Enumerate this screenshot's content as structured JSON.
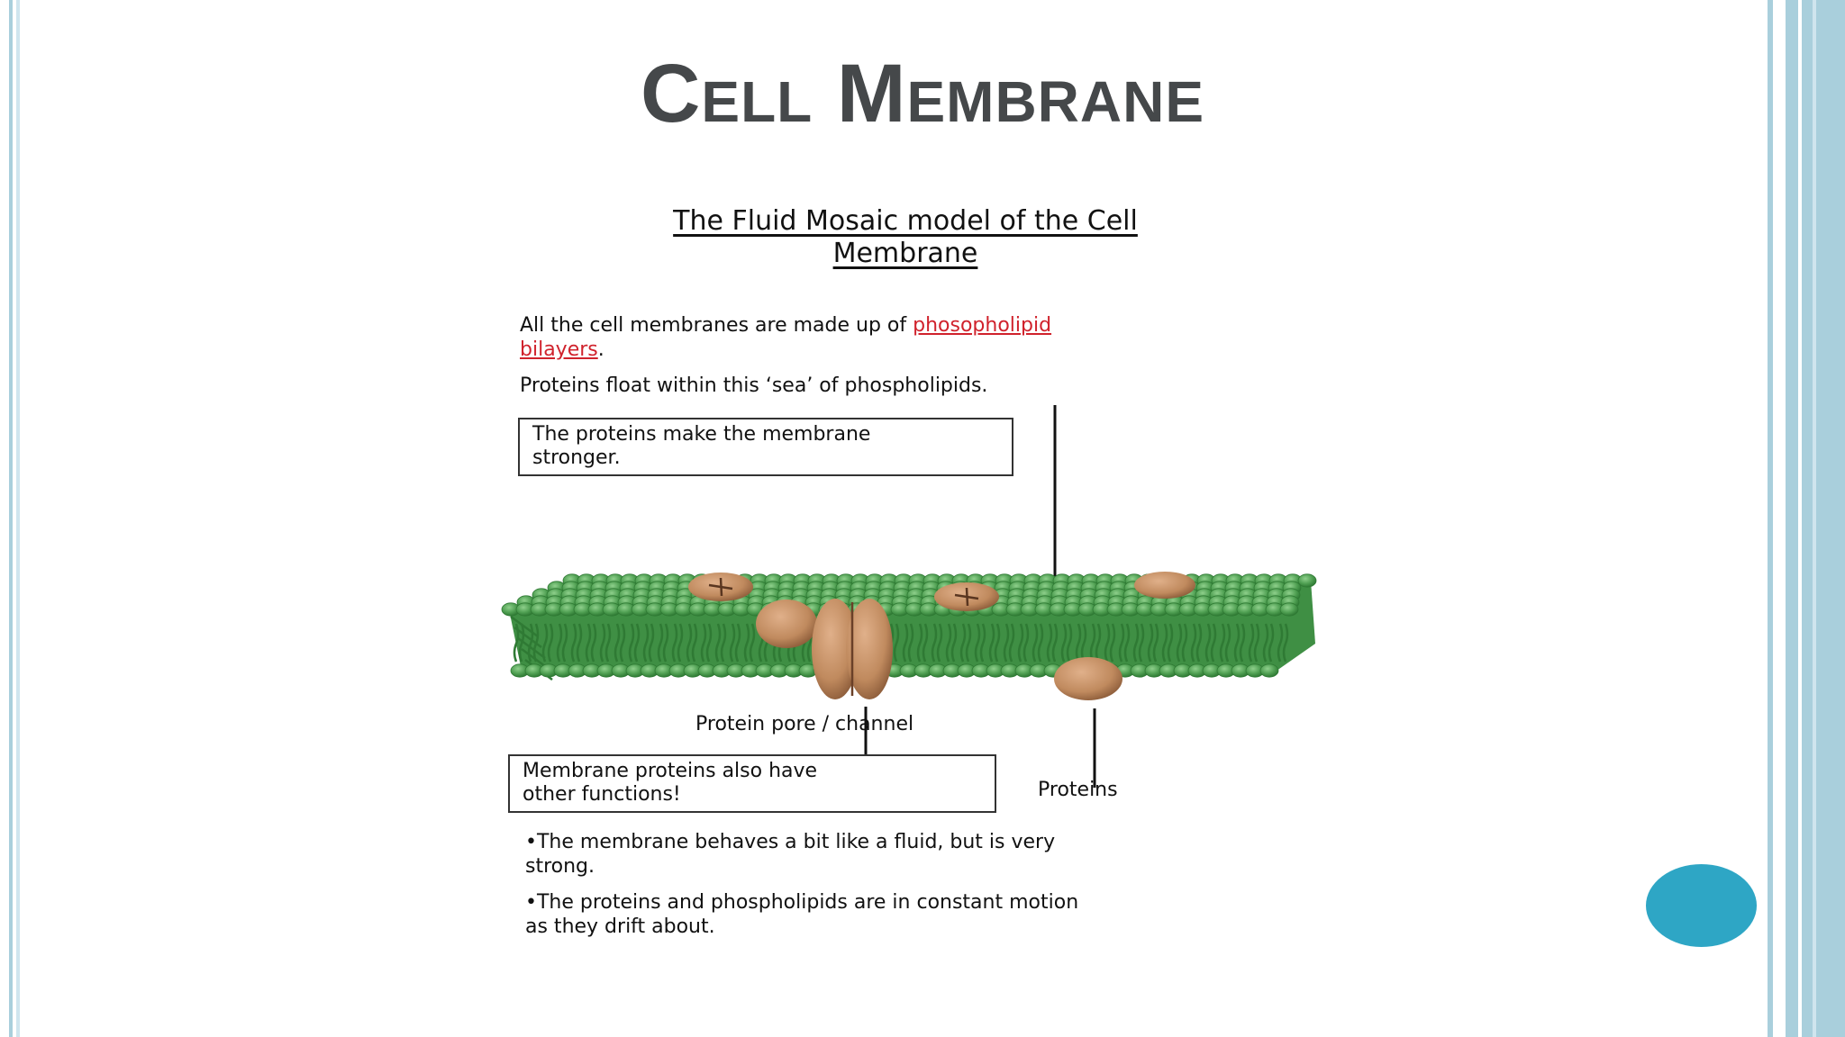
{
  "slide": {
    "title": "Cell Membrane",
    "theme_colors": {
      "frame_blue": "#a9cfdc",
      "frame_light": "#cfe5ee",
      "accent": "#2ea6c5",
      "title_text": "#45484a"
    }
  },
  "figure": {
    "heading_line1": "The Fluid Mosaic model of the Cell",
    "heading_line2": "Membrane",
    "intro_prefix": "All the cell membranes are made up of ",
    "intro_link_line1": "phosopholipid",
    "intro_link_line2": "bilayers",
    "intro_suffix": ".",
    "float_text": "Proteins float within this ‘sea’ of phospholipids.",
    "box_stronger_line1": "The proteins make the membrane",
    "box_stronger_line2": "stronger.",
    "label_pore": "Protein pore / channel",
    "box_functions_line1": "Membrane proteins also have",
    "box_functions_line2": "other functions!",
    "label_proteins": "Proteins",
    "bullet1_line1": "•The membrane behaves a bit like a fluid, but is very",
    "bullet1_line2": "strong.",
    "bullet2_line1": "•The proteins and phospholipids are in constant motion",
    "bullet2_line2": "as they drift about.",
    "colors": {
      "lipid_head": "#5aa85a",
      "lipid_head_dark": "#2f7a34",
      "lipid_tail": "#3f8f44",
      "protein": "#c28c63",
      "protein_dark": "#8a5a38",
      "link_red": "#d0222c"
    }
  }
}
